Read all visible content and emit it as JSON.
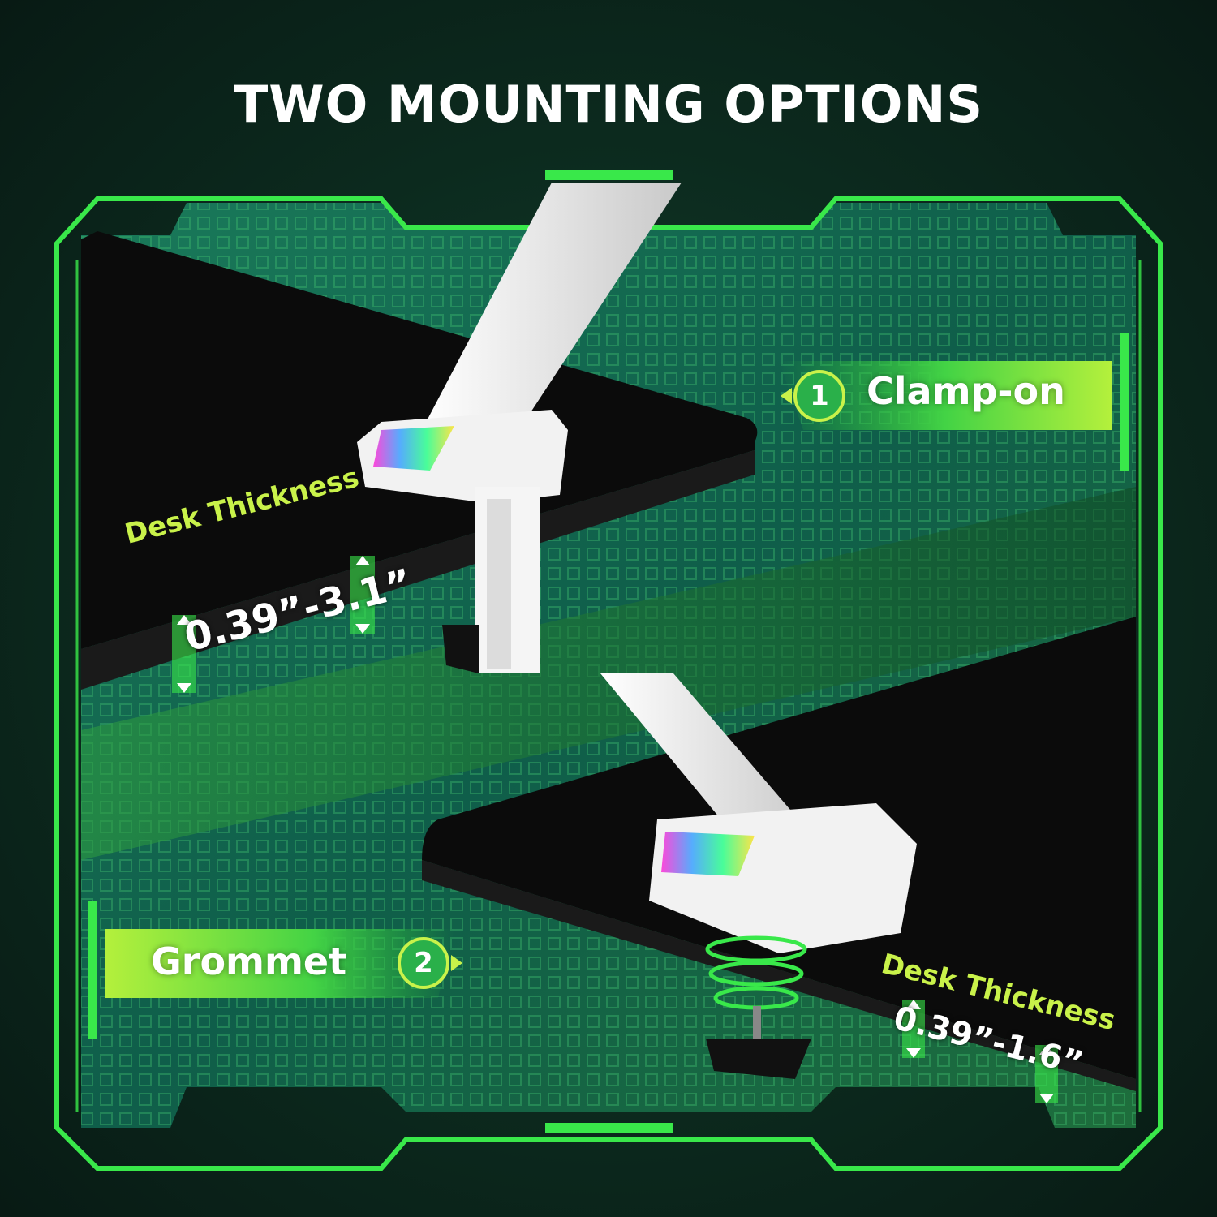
{
  "title": "TWO MOUNTING OPTIONS",
  "options": [
    {
      "number": "1",
      "label": "Clamp-on",
      "desk_caption": "Desk Thickness",
      "desk_range": "0.39”-3.1”"
    },
    {
      "number": "2",
      "label": "Grommet",
      "desk_caption": "Desk Thickness",
      "desk_range": "0.39”-1.6”"
    }
  ],
  "colors": {
    "frame": "#39e84a",
    "accent_lime": "#c9f24a",
    "desk": "#0b0b0b",
    "mount": "#eeeeee",
    "background": "#0c2a1e"
  }
}
